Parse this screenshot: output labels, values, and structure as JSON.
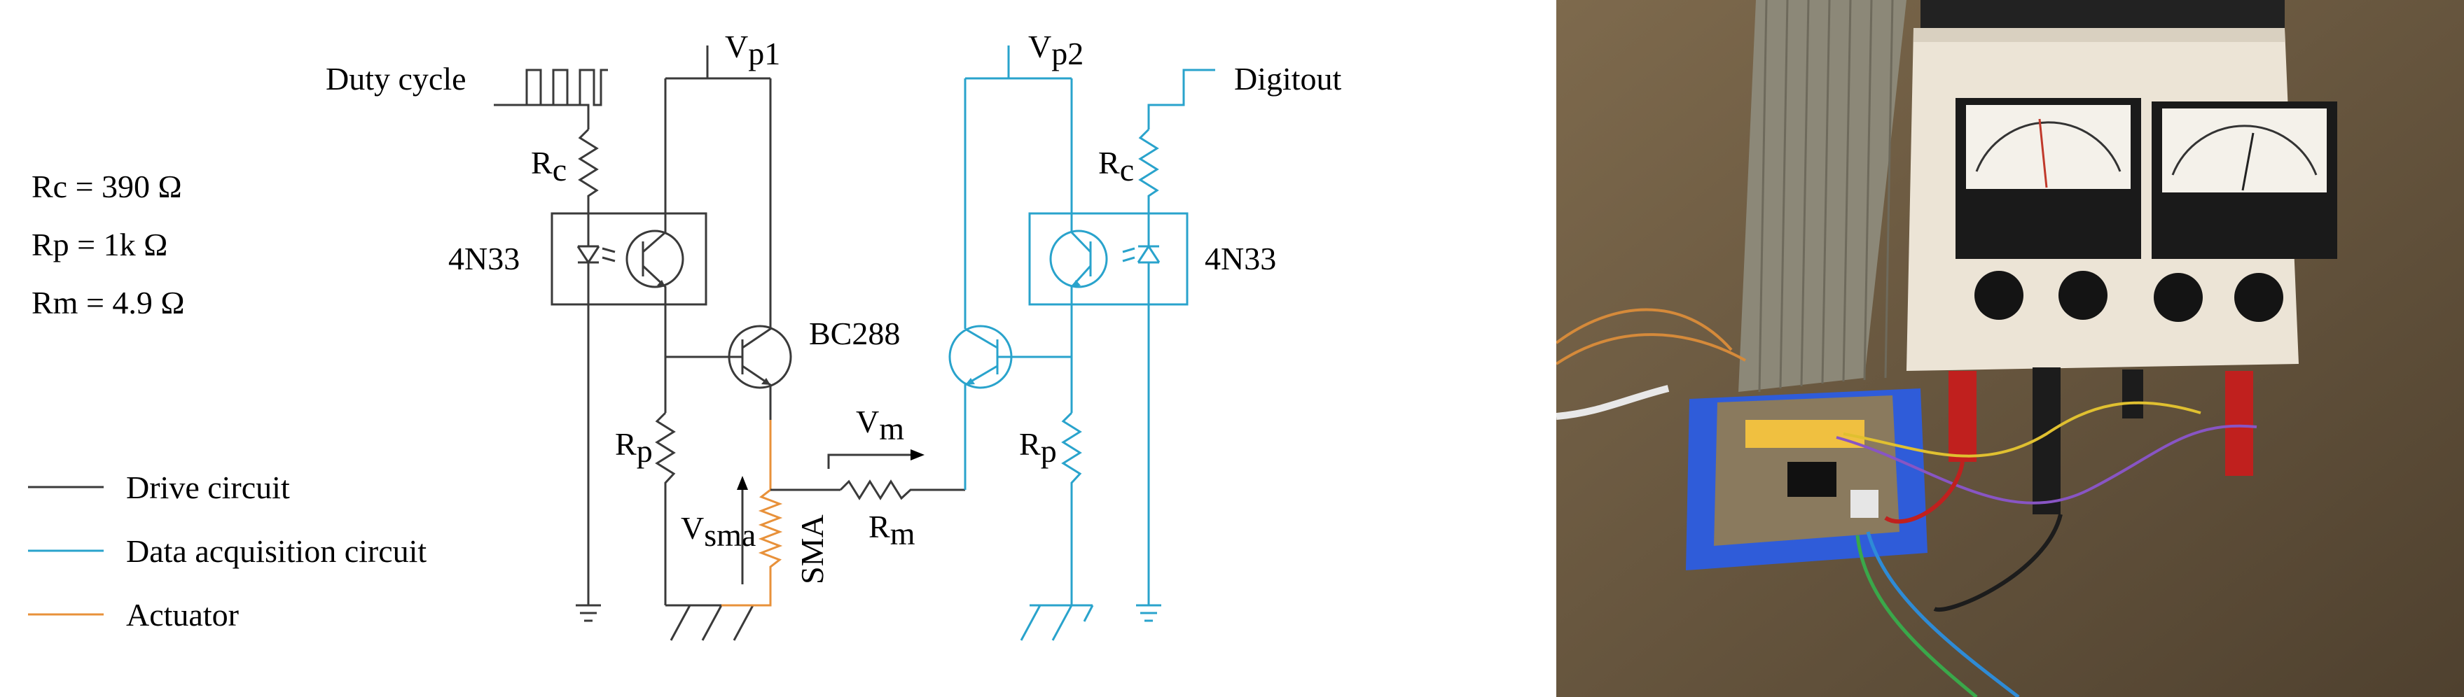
{
  "diagram": {
    "signals": {
      "duty_cycle": "Duty cycle",
      "digitout": "Digitout",
      "vp1": "V",
      "vp1_sub": "p1",
      "vp2": "V",
      "vp2_sub": "p2"
    },
    "parameters": {
      "rc": "Rc = 390 Ω",
      "rp": "Rp = 1k Ω",
      "rm": "Rm = 4.9 Ω"
    },
    "components": {
      "rc_left": "R",
      "rc_left_sub": "c",
      "rc_right": "R",
      "rc_right_sub": "c",
      "optocoupler_left": "4N33",
      "optocoupler_right": "4N33",
      "transistor": "BC288",
      "rp_left": "R",
      "rp_left_sub": "p",
      "rp_right": "R",
      "rp_right_sub": "p",
      "rm": "R",
      "rm_sub": "m",
      "vm": "V",
      "vm_sub": "m",
      "vsma": "V",
      "vsma_sub": "sma",
      "sma": "SMA"
    },
    "legend": [
      {
        "label": "Drive circuit",
        "color": "#3a3a3a"
      },
      {
        "label": "Data acquisition circuit",
        "color": "#29a3cc"
      },
      {
        "label": "Actuator",
        "color": "#e8913a"
      }
    ]
  },
  "photo": {
    "description_colors": {
      "table": "#6b5a42",
      "box": "#ece4d6",
      "board": "#2f5cd9"
    }
  }
}
